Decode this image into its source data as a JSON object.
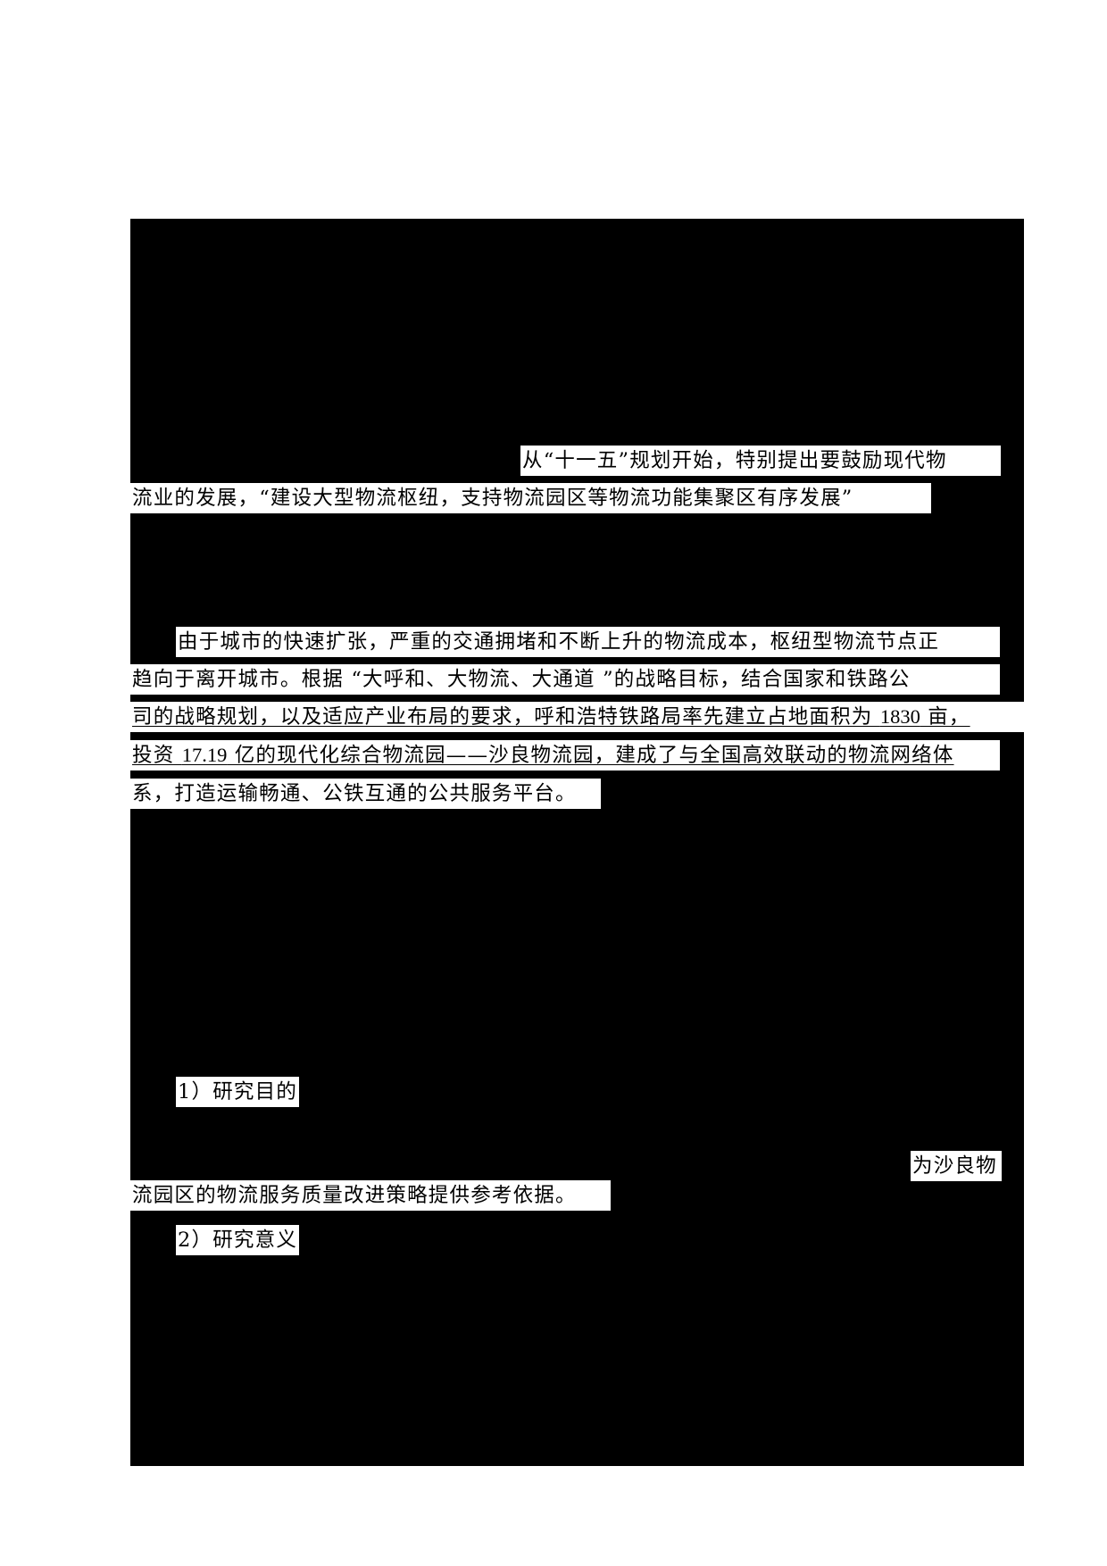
{
  "page": {
    "background": "#ffffff",
    "redaction_color": "#000000"
  },
  "section_background": {
    "line1_fragment": "从“十一五”规划开始，特别提出要鼓励现代物",
    "line2_fragment": "流业的发展，“建设大型物流枢纽，支持物流园区等物流功能集聚区有序发展”"
  },
  "section_shaliang": {
    "line1": "由于城市的快速扩张，严重的交通拥堵和不断上升的物流成本，枢纽型物流节点正",
    "line2": "趋向于离开城市。根据 “大呼和、大物流、大通道 ”的战略目标，结合国家和铁路公",
    "line3_a": "司的战略规划，以及适应产业布局的要求，呼和浩特铁路局率先建立占地面积为 ",
    "line3_num": "1830",
    "line3_b": " 亩，",
    "line4_a": "投资 ",
    "line4_num": "17.19",
    "line4_b": " 亿的现代化综合物流园——沙良物流园，建成了与全国高效联动的物流网络体",
    "line5": "系，打造运输畅通、公铁互通的公共服务平台。"
  },
  "section_research": {
    "purpose_heading": "1）研究目的",
    "purpose_fragment1": "为沙良物",
    "purpose_fragment2": "流园区的物流服务质量改进策略提供参考依据。",
    "significance_heading": "2）研究意义"
  }
}
